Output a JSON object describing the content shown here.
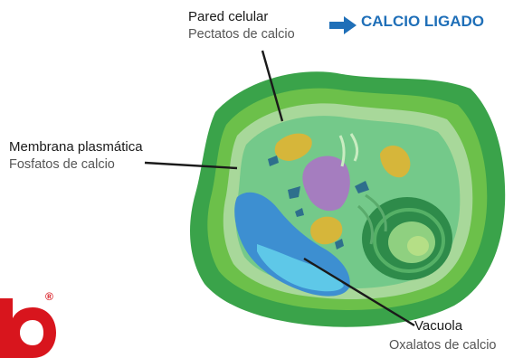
{
  "labels": {
    "wall": {
      "title": "Pared celular",
      "sub": "Pectatos de calcio"
    },
    "membrane": {
      "title": "Membrana plasmática",
      "sub": "Fosfatos de calcio"
    },
    "vacuole": {
      "title": "Vacuola",
      "sub": "Oxalatos de calcio"
    }
  },
  "callout": {
    "text": "CALCIO LIGADO"
  },
  "logo": {
    "mark": "®"
  },
  "colors": {
    "accent_blue": "#1f6fb8",
    "logo_red": "#d8151d",
    "wall_outer": "#3aa34a",
    "wall_inner": "#6cc04a",
    "membrane": "#a8d89a",
    "cytoplasm": "#74c98a",
    "vacuole_dark": "#3d8fd1",
    "vacuole_light": "#5ec8e8",
    "organelle_yellow": "#d6b63a",
    "organelle_purple": "#a57dbf",
    "chloroplast": "#2e8b4a"
  }
}
